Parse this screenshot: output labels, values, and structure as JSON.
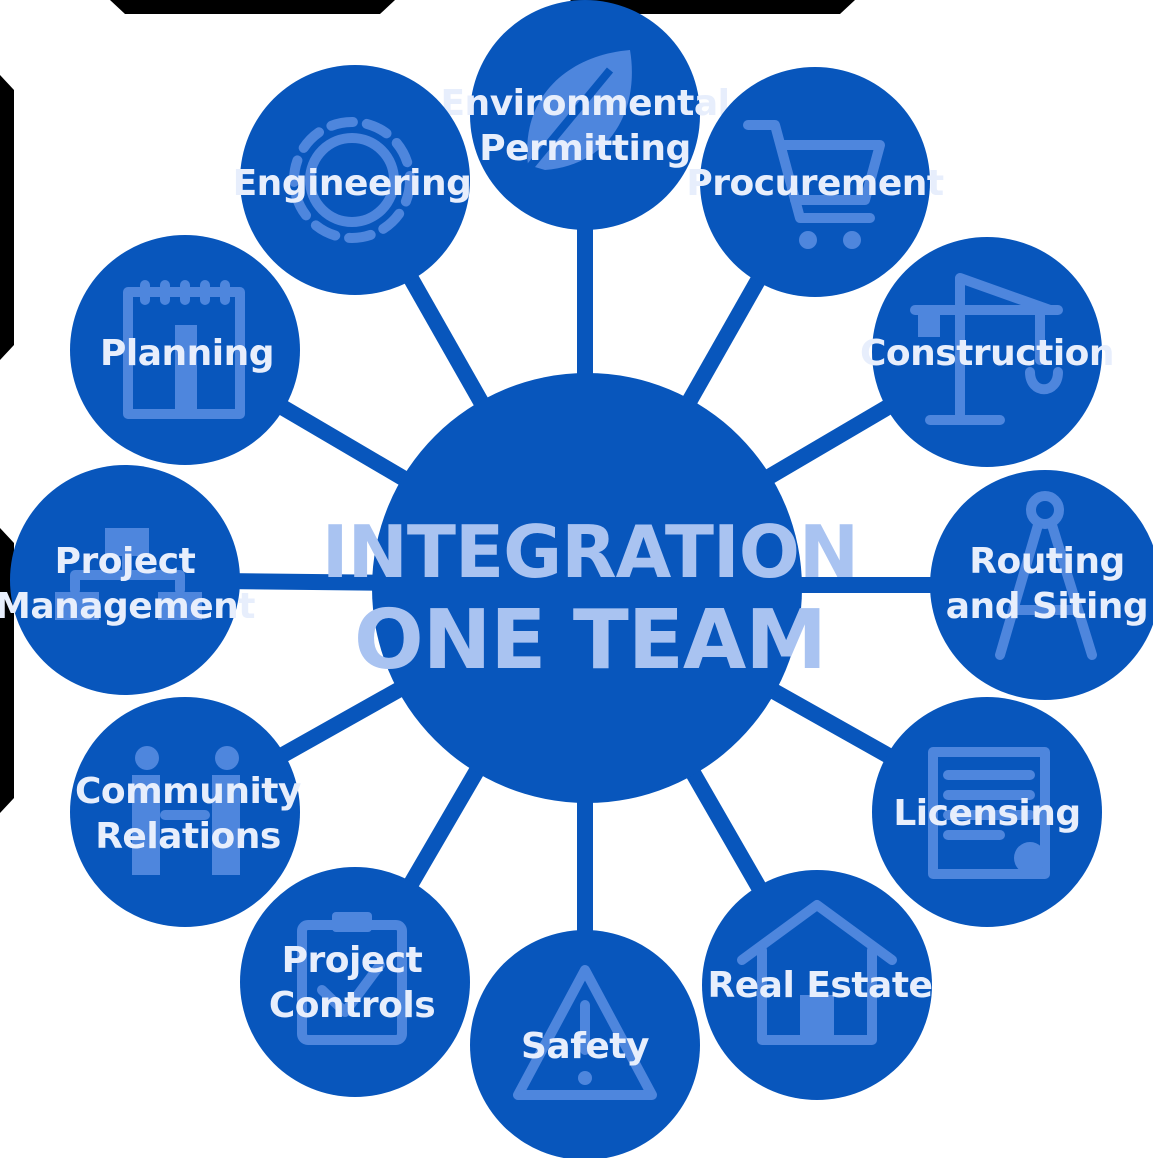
{
  "center": {
    "line1": "INTEGRATION",
    "line2": "ONE TEAM"
  },
  "nodes": [
    {
      "id": "environmental-permitting",
      "lines": [
        "Environmental",
        "Permitting"
      ],
      "icon": "leaf-icon"
    },
    {
      "id": "procurement",
      "lines": [
        "Procurement"
      ],
      "icon": "shopping-cart-icon"
    },
    {
      "id": "construction",
      "lines": [
        "Construction"
      ],
      "icon": "crane-icon"
    },
    {
      "id": "routing-and-siting",
      "lines": [
        "Routing",
        "and Siting"
      ],
      "icon": "compass-icon"
    },
    {
      "id": "licensing",
      "lines": [
        "Licensing"
      ],
      "icon": "certificate-icon"
    },
    {
      "id": "real-estate",
      "lines": [
        "Real Estate"
      ],
      "icon": "house-icon"
    },
    {
      "id": "safety",
      "lines": [
        "Safety"
      ],
      "icon": "warning-icon"
    },
    {
      "id": "project-controls",
      "lines": [
        "Project",
        "Controls"
      ],
      "icon": "clipboard-icon"
    },
    {
      "id": "community-relations",
      "lines": [
        "Community",
        "Relations"
      ],
      "icon": "people-icon"
    },
    {
      "id": "project-management",
      "lines": [
        "Project",
        "Management"
      ],
      "icon": "org-chart-icon"
    },
    {
      "id": "planning",
      "lines": [
        "Planning"
      ],
      "icon": "calendar-icon"
    },
    {
      "id": "engineering",
      "lines": [
        "Engineering"
      ],
      "icon": "gear-icon"
    }
  ],
  "colors": {
    "primary": "#0856bc",
    "icon": "#4e86dd",
    "label": "#e7eefc",
    "center_text": "#a9c3f1"
  }
}
